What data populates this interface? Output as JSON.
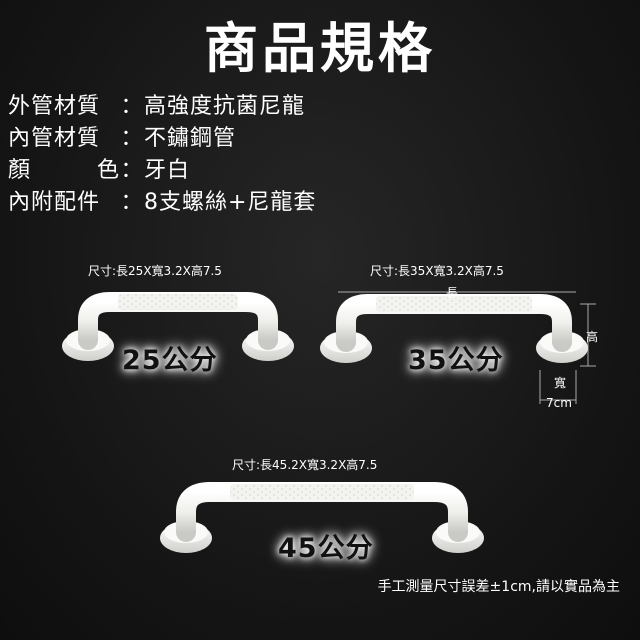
{
  "title": "商品規格",
  "specs": [
    {
      "label": "外管材質",
      "value": "高強度抗菌尼龍"
    },
    {
      "label": "內管材質",
      "value": "不鏽鋼管"
    },
    {
      "label": "顏色",
      "value": "牙白"
    },
    {
      "label": "內附配件",
      "value": "8支螺絲+尼龍套"
    }
  ],
  "products": [
    {
      "dimensions": "尺寸:長25X寬3.2X高7.5",
      "size_label": "25公分"
    },
    {
      "dimensions": "尺寸:長35X寬3.2X高7.5",
      "size_label": "35公分"
    },
    {
      "dimensions": "尺寸:長45.2X寬3.2X高7.5",
      "size_label": "45公分"
    }
  ],
  "annotations": {
    "length": "長",
    "height": "高",
    "width": "寬",
    "width_value": "7cm"
  },
  "note": "手工測量尺寸誤差±1cm,請以實品為主",
  "colors": {
    "background": "#141414",
    "bar": "#f2f2f0",
    "text": "#ffffff"
  }
}
